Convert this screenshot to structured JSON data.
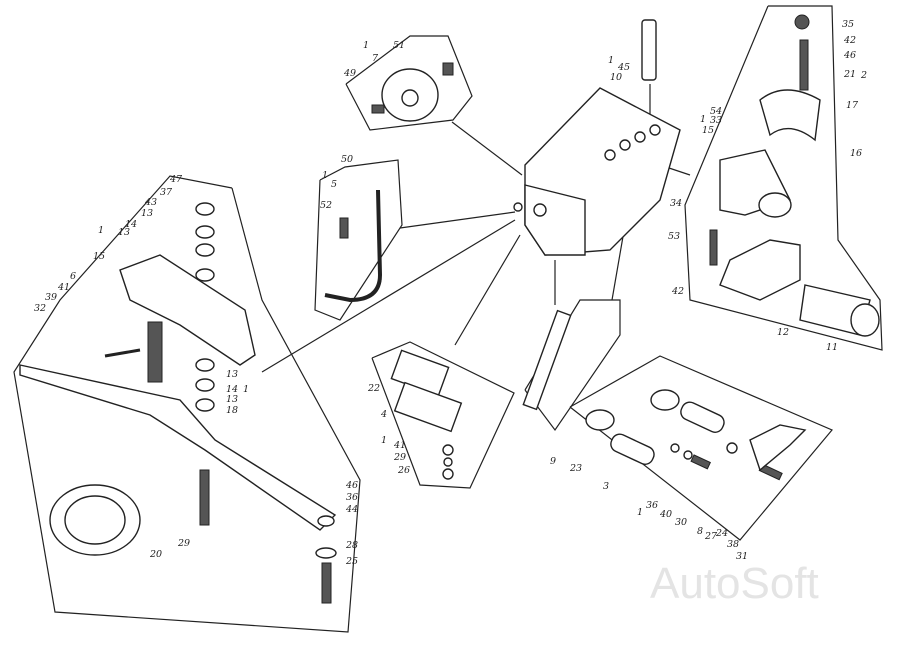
{
  "title": "Exploded parts diagram",
  "watermark": "AutoSoft",
  "labels": [
    "47",
    "37",
    "43",
    "13",
    "14",
    "13",
    "1",
    "15",
    "6",
    "41",
    "39",
    "32",
    "13",
    "14",
    "13",
    "18",
    "1",
    "46",
    "36",
    "44",
    "29",
    "20",
    "28",
    "25",
    "1",
    "51",
    "7",
    "49",
    "50",
    "1",
    "5",
    "52",
    "1",
    "45",
    "10",
    "35",
    "42",
    "46",
    "21",
    "2",
    "17",
    "16",
    "1",
    "54",
    "33",
    "15",
    "34",
    "53",
    "42",
    "12",
    "11",
    "22",
    "4",
    "1",
    "41",
    "29",
    "26",
    "9",
    "23",
    "3",
    "36",
    "40",
    "30",
    "8",
    "27",
    "24",
    "38",
    "31",
    "1"
  ]
}
